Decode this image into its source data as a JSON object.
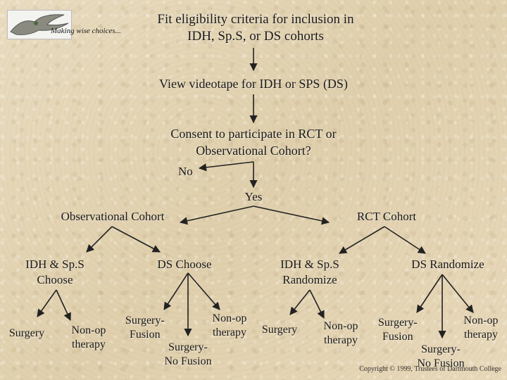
{
  "logo": {
    "caption": "Making wise choices..."
  },
  "title": [
    "Fit eligibility criteria for inclusion in",
    "IDH, Sp.S, or DS cohorts"
  ],
  "step_video": "View videotape for IDH or SPS (DS)",
  "consent": [
    "Consent to participate in  RCT or",
    "Observational Cohort?"
  ],
  "no_label": "No",
  "yes_label": "Yes",
  "observational": "Observational Cohort",
  "rct": "RCT Cohort",
  "groups": {
    "idh_choose": [
      "IDH & Sp.S",
      "Choose"
    ],
    "ds_choose": "DS Choose",
    "idh_randomize": [
      "IDH & Sp.S",
      "Randomize"
    ],
    "ds_randomize": "DS  Randomize"
  },
  "outcomes": {
    "idh_choose": {
      "surgery": "Surgery",
      "nonop": [
        "Non-op",
        "therapy"
      ]
    },
    "ds_choose": {
      "fusion": [
        "Surgery-",
        "Fusion"
      ],
      "nonop": [
        "Non-op",
        "therapy"
      ],
      "nofusion": [
        "Surgery-",
        "No Fusion"
      ]
    },
    "idh_randomize": {
      "surgery": "Surgery",
      "nonop": [
        "Non-op",
        "therapy"
      ]
    },
    "ds_randomize": {
      "fusion": [
        "Surgery-",
        "Fusion"
      ],
      "nonop": [
        "Non-op",
        "therapy"
      ],
      "nofusion": [
        "Surgery-",
        "No Fusion"
      ]
    }
  },
  "copyright": "Copyright © 1999, Trustees of Dartmouth College",
  "colors": {
    "text": "#1a1a1a",
    "arrow": "#222222",
    "background": "#e6d7b8"
  }
}
